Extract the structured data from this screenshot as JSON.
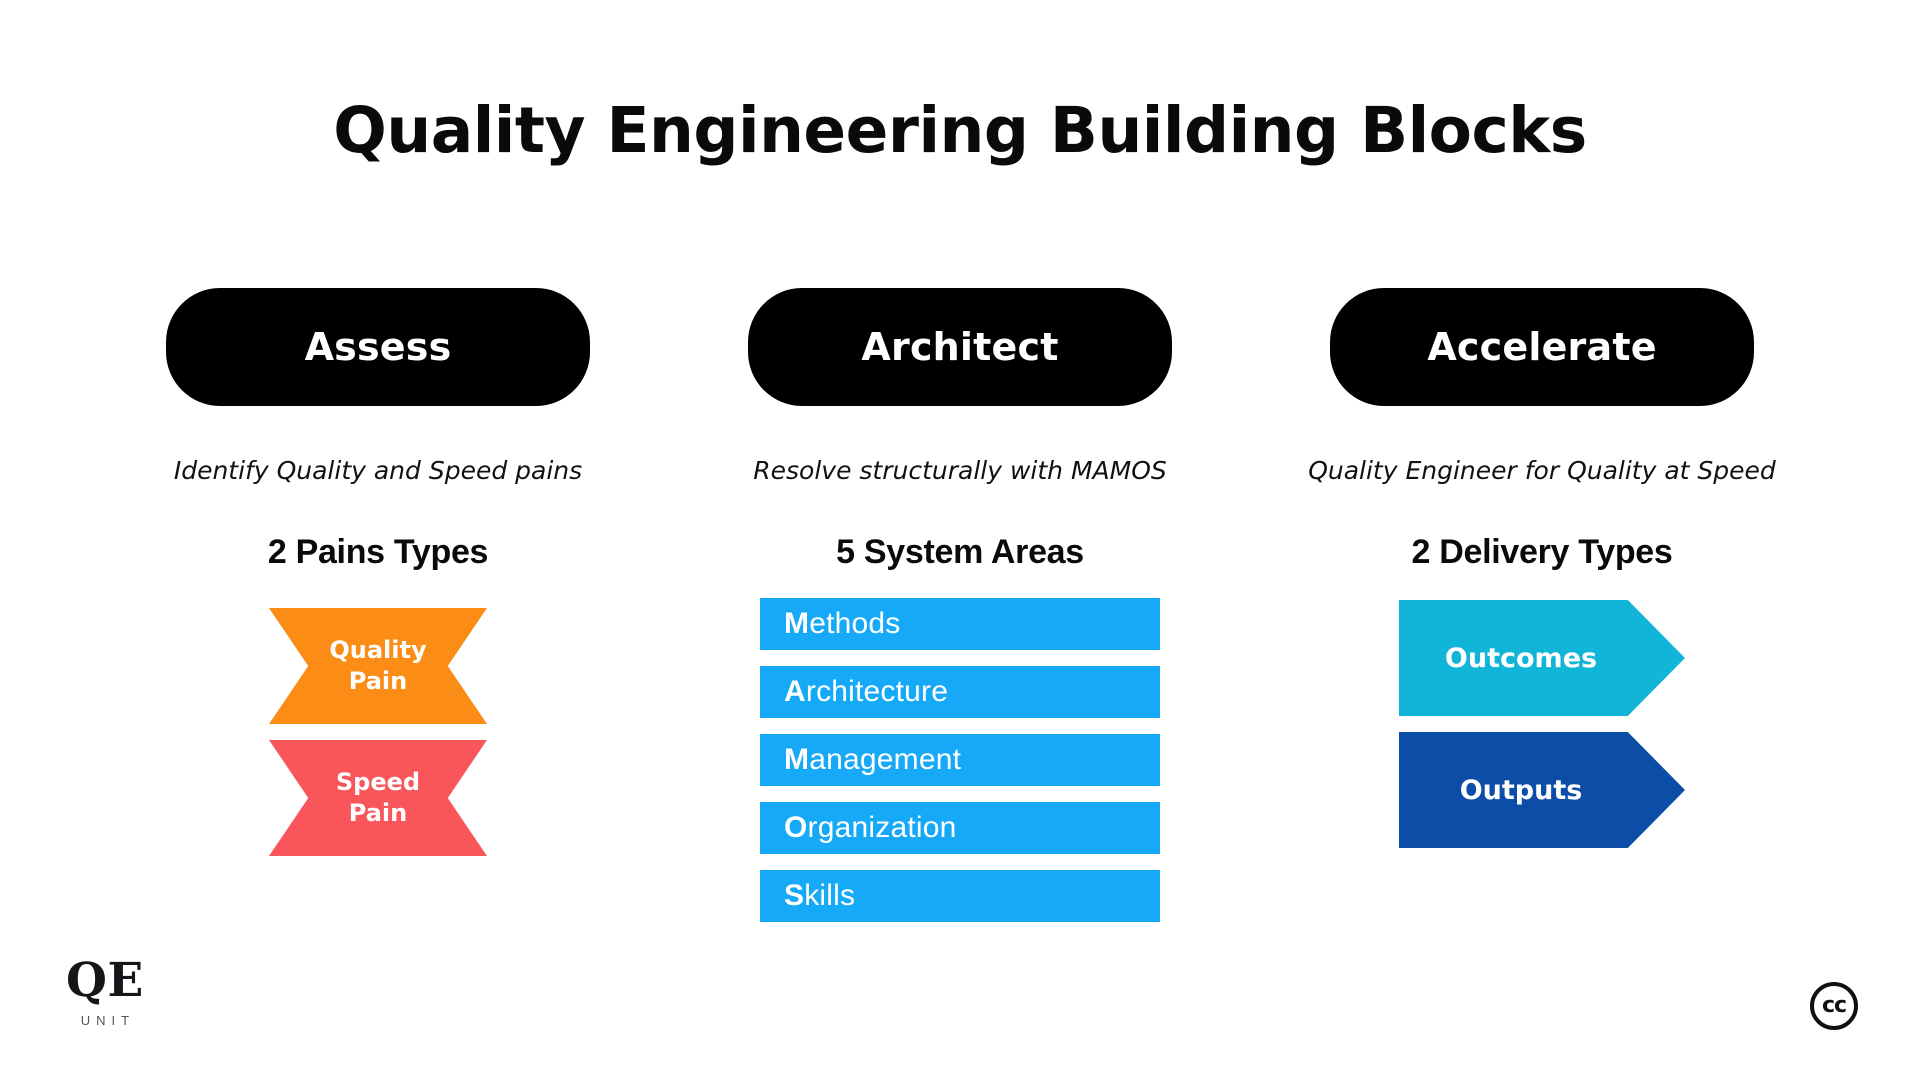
{
  "slide": {
    "title": "Quality Engineering Building Blocks",
    "background_color": "#FFFFFF"
  },
  "columns": [
    {
      "id": "assess",
      "pill_label": "Assess",
      "pill_color": "#000000",
      "subtitle": "Identify Quality and Speed pains",
      "section_heading": "2 Pains Types",
      "items": [
        {
          "label_line1": "Quality",
          "label_line2": "Pain",
          "color": "#FB8C16",
          "shape": "ribbon"
        },
        {
          "label_line1": "Speed",
          "label_line2": "Pain",
          "color": "#F9565B",
          "shape": "ribbon"
        }
      ]
    },
    {
      "id": "architect",
      "pill_label": "Architect",
      "pill_color": "#000000",
      "subtitle": "Resolve structurally with MAMOS",
      "section_heading": "5 System Areas",
      "items": [
        {
          "initial": "M",
          "rest": "ethods",
          "color": "#16A9F7",
          "shape": "bar"
        },
        {
          "initial": "A",
          "rest": "rchitecture",
          "color": "#16A9F7",
          "shape": "bar"
        },
        {
          "initial": "M",
          "rest": "anagement",
          "color": "#16A9F7",
          "shape": "bar"
        },
        {
          "initial": "O",
          "rest": "rganization",
          "color": "#16A9F7",
          "shape": "bar"
        },
        {
          "initial": "S",
          "rest": "kills",
          "color": "#16A9F7",
          "shape": "bar"
        }
      ]
    },
    {
      "id": "accelerate",
      "pill_label": "Accelerate",
      "pill_color": "#000000",
      "subtitle": "Quality Engineer for Quality at Speed",
      "section_heading": "2 Delivery Types",
      "items": [
        {
          "label": "Outcomes",
          "color": "#11B5D8",
          "shape": "arrow"
        },
        {
          "label": "Outputs",
          "color": "#0C4DA8",
          "shape": "arrow"
        }
      ]
    }
  ],
  "logo": {
    "mark": "QE",
    "subtext": "UNIT"
  },
  "license_badge": {
    "label": "cc",
    "name": "creative-commons"
  }
}
